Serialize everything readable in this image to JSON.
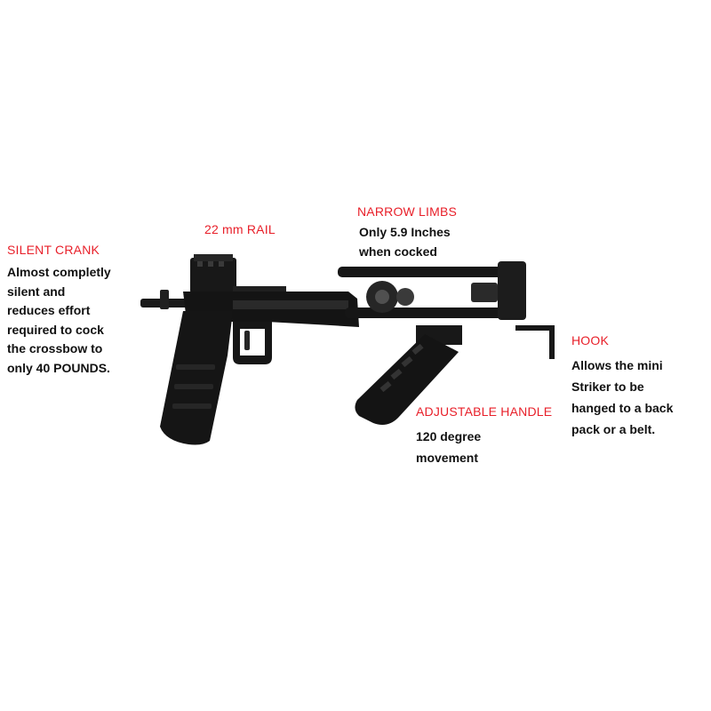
{
  "annotations": {
    "rail": {
      "title": "22 mm RAIL"
    },
    "limbs": {
      "title": "NARROW LIMBS",
      "lines": [
        "Only 5.9 Inches",
        "when cocked"
      ]
    },
    "crank": {
      "title": "SILENT CRANK",
      "lines": [
        "Almost completly",
        "silent and",
        "reduces effort",
        "required to cock",
        "the crossbow to",
        "only 40 POUNDS."
      ]
    },
    "hook": {
      "title": "HOOK",
      "lines": [
        "Allows the mini",
        "Striker to be",
        "hanged to a back",
        "pack or a belt."
      ]
    },
    "handle": {
      "title": "ADJUSTABLE HANDLE",
      "lines": [
        "120 degree",
        "movement"
      ]
    }
  },
  "colors": {
    "title": "#e8202a",
    "body": "#111111",
    "product": "#141414"
  }
}
